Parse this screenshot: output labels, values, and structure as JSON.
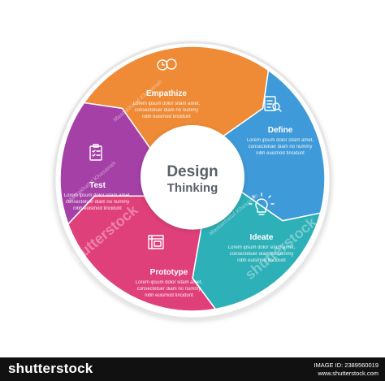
{
  "center": {
    "line1": "Design",
    "line2": "Thinking"
  },
  "segments": [
    {
      "title": "Empathize",
      "desc": [
        "Lorem ipsum dolor sitam amet,",
        "consectetuer diam no nummy",
        "nibh euismod tincidunt"
      ],
      "color": "#ef8a36",
      "icon": "people-head-icon"
    },
    {
      "title": "Define",
      "desc": [
        "Lorem ipsum dolor sitam amet,",
        "consectetuer diam no nummy",
        "nibh euismod tincidunt"
      ],
      "color": "#3e9ad8",
      "icon": "checklist-icon"
    },
    {
      "title": "Ideate",
      "desc": [
        "Lorem ipsum dolor sitam amet,",
        "consectetuer diam no nummy",
        "nibh euismod tincidunt"
      ],
      "color": "#2db0b7",
      "icon": "lightbulb-icon"
    },
    {
      "title": "Prototype",
      "desc": [
        "Lorem ipsum dolor sitam amet,",
        "consectetuer diam no nummy",
        "nibh euismod tincidunt"
      ],
      "color": "#e0407a",
      "icon": "blueprint-icon"
    },
    {
      "title": "Test",
      "desc": [
        "Lorem ipsum dolor sitam amet,",
        "consectetuer diam no nummy",
        "nibh euismod tincidunt"
      ],
      "color": "#a540a6",
      "icon": "clipboard-icon"
    }
  ],
  "watermark": {
    "brand": "shutterstock",
    "author": "Mastakhatul Khasanah"
  },
  "footer": {
    "logo": "shutterstock",
    "image_id": "IMAGE ID: 2389560019",
    "site": "www.shutterstock.com"
  }
}
